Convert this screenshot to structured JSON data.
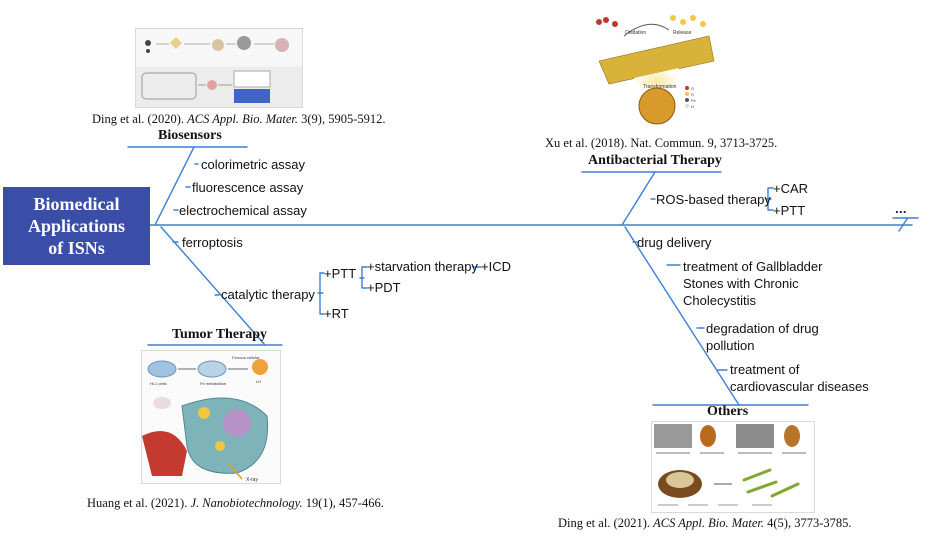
{
  "center": {
    "line1": "Biomedical",
    "line2": "Applications",
    "line3": "of ISNs"
  },
  "branches": {
    "biosensors": {
      "title": "Biosensors",
      "items": [
        "colorimetric assay",
        "fluorescence assay",
        "electrochemical assay"
      ],
      "citation": {
        "authors": "Ding et al. (2020).",
        "journal": "ACS Appl. Bio. Mater.",
        "details": "3(9), 5905-5912."
      }
    },
    "tumor": {
      "title": "Tumor Therapy",
      "items": [
        "ferroptosis",
        "catalytic therapy"
      ],
      "catalytic": {
        "ptt": "+PTT",
        "rt": "+RT",
        "starvation": "+starvation therapy",
        "icd": "+ICD",
        "pdt": "+PDT"
      },
      "citation": {
        "authors": "Huang et al. (2021).",
        "journal": "J. Nanobiotechnology.",
        "details": "19(1), 457-466."
      }
    },
    "antibacterial": {
      "title": "Antibacterial Therapy",
      "items": [
        "ROS-based therapy"
      ],
      "ros": {
        "car": "+CAR",
        "ptt": "+PTT"
      },
      "citation": {
        "text": "Xu et al. (2018). Nat. Commun. 9, 3713-3725."
      }
    },
    "others": {
      "title": "Others",
      "items": [
        "drug delivery",
        "treatment of Gallbladder\nStones with Chronic\nCholecystitis",
        "degradation of drug\npollution",
        "treatment of\ncardiovascular diseases"
      ],
      "citation": {
        "authors": "Ding et al. (2021).",
        "journal": "ACS Appl. Bio. Mater.",
        "details": "4(5), 3773-3785."
      }
    }
  },
  "spine_end": "...",
  "figure_labels": {
    "antibacterial": {
      "oxidation": "Oxidation",
      "release": "Release",
      "transformation": "Transformation",
      "legend": [
        "O",
        "S",
        "Fe",
        "H"
      ]
    },
    "tumor_top": [
      "HL1 cells",
      "Fe metabolism",
      "Ferrous cellular",
      "LH"
    ],
    "tumor_xray": "X-ray"
  },
  "colors": {
    "line": "#3d7fd6",
    "center_box": "#3a4ea8",
    "text": "#111111"
  }
}
